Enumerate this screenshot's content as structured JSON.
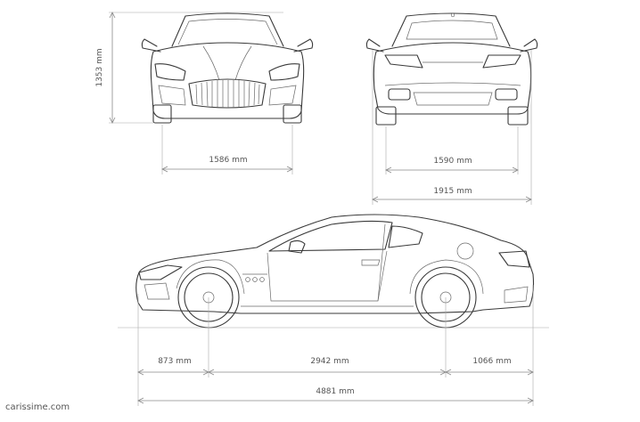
{
  "dimensions": {
    "height": "1353 mm",
    "front_track": "1586 mm",
    "rear_track": "1590 mm",
    "width": "1915 mm",
    "front_overhang": "873 mm",
    "wheelbase": "2942 mm",
    "rear_overhang": "1066 mm",
    "length": "4881 mm"
  },
  "watermark": "carissime.com"
}
